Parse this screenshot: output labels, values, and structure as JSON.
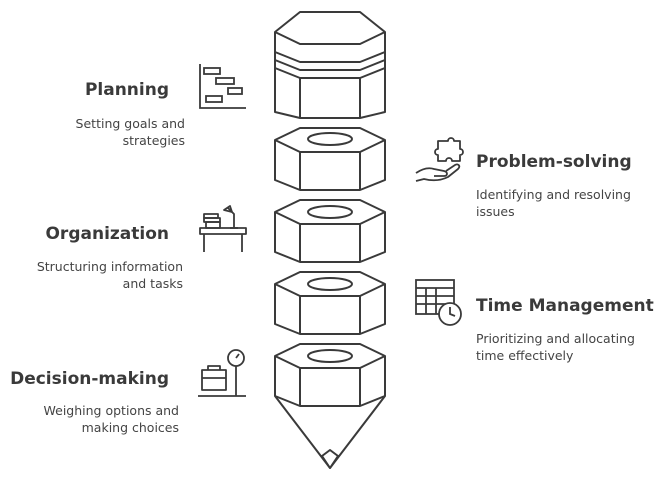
{
  "items": [
    {
      "title": "Planning",
      "desc1": "Setting goals and",
      "desc2": "strategies",
      "icon": "gantt-chart-icon"
    },
    {
      "title": "Problem-solving",
      "desc1": "Identifying and resolving",
      "desc2": "issues",
      "icon": "puzzle-hand-icon"
    },
    {
      "title": "Organization",
      "desc1": "Structuring information",
      "desc2": "and tasks",
      "icon": "desk-icon"
    },
    {
      "title": "Time Management",
      "desc1": "Prioritizing and allocating",
      "desc2": "time effectively",
      "icon": "calendar-clock-icon"
    },
    {
      "title": "Decision-making",
      "desc1": "Weighing options and",
      "desc2": "making choices",
      "icon": "scale-icon"
    }
  ],
  "colors": {
    "stroke": "#3a3a3a",
    "fill": "#ffffff"
  }
}
